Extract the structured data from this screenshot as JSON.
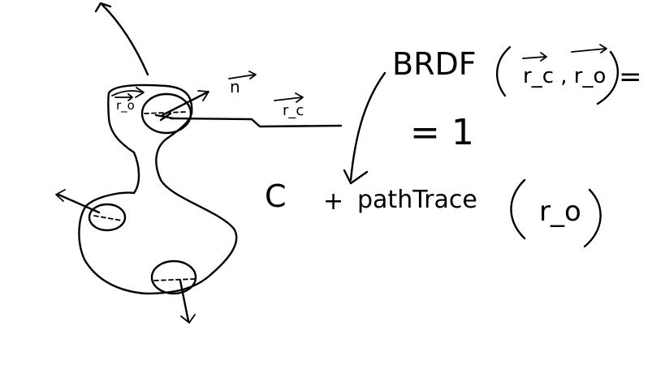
{
  "labels": {
    "r_o_small": "r_o",
    "n_vector": "n",
    "r_c_vector": "r_c"
  },
  "formula": {
    "brdf_head": "BRDF",
    "brdf_args": "r_c , r_o",
    "equals": "=",
    "second_line": "= 1",
    "constant": "C",
    "plus": "+",
    "path_trace": "pathTrace",
    "path_trace_arg": "r_o"
  },
  "colors": {
    "ink": "#000000",
    "background": "#ffffff"
  }
}
